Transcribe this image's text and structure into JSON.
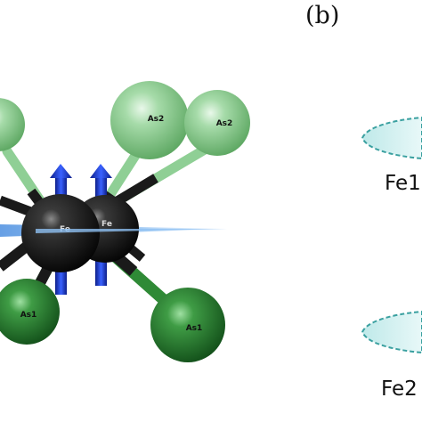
{
  "figure": {
    "panel_b_label": "(b)",
    "site_labels": {
      "fe1": "Fe1",
      "fe2": "Fe2"
    },
    "atom_labels": {
      "fe_front": "Fe",
      "fe_back": "Fe",
      "as2_left": "As2",
      "as2_right": "As2",
      "as1_left": "As1",
      "as1_right": "As1"
    },
    "colors": {
      "fe_atom": "#1a1a1a",
      "as1_atom": "#2f8a36",
      "as2_atom": "#8fcf95",
      "spin_arrow": "#1c3fc4",
      "plane": "#6fa8e6",
      "orbital_fill": "#cfeeee",
      "orbital_edge": "#3aa0a0"
    }
  }
}
